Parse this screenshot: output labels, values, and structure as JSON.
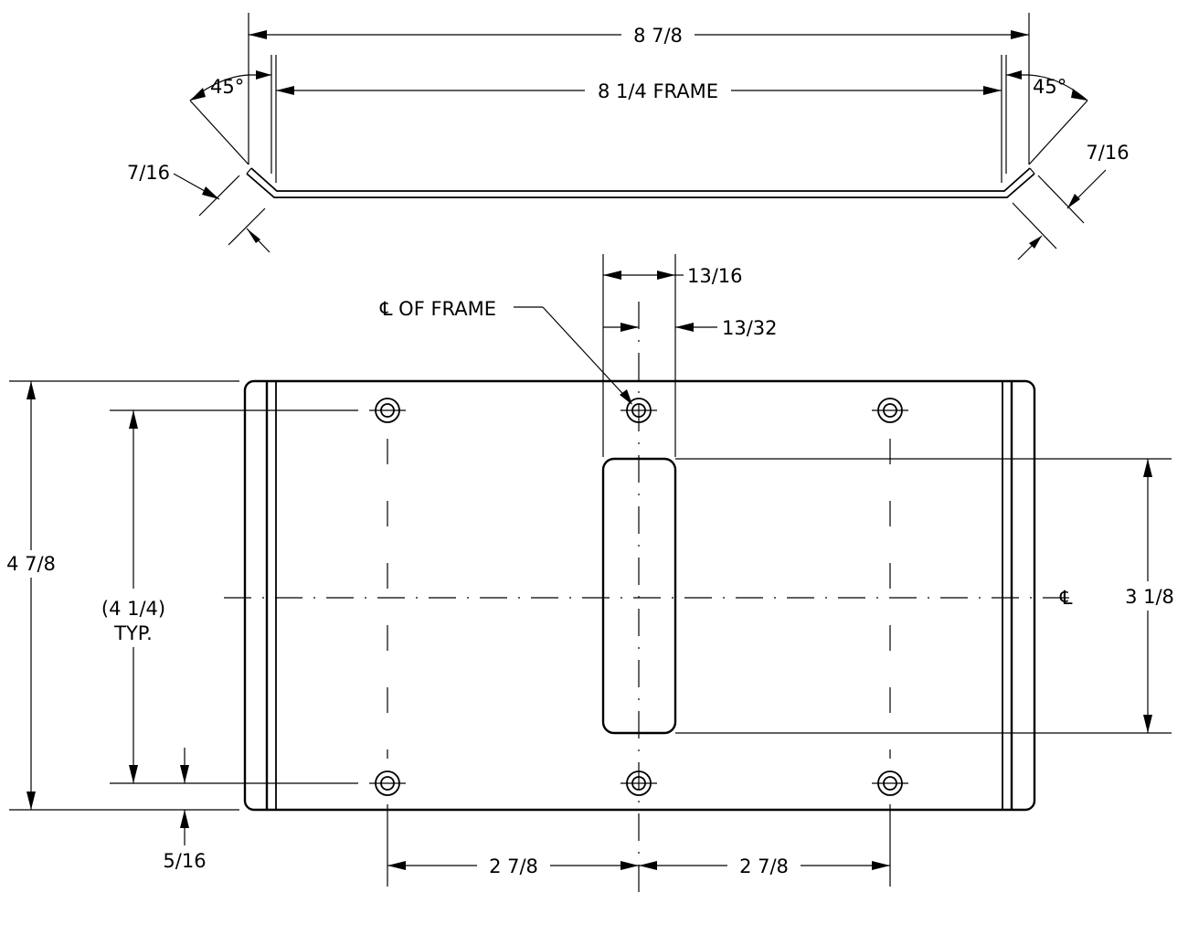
{
  "dimensions": {
    "overall_width": "8 7/8",
    "frame_width": "8 1/4 FRAME",
    "flange_angle_left": "45°",
    "flange_angle_right": "45°",
    "flange_left": "7/16",
    "flange_right": "7/16",
    "slot_width": "13/16",
    "slot_offset": "13/32",
    "frame_centerline": "℄ OF FRAME",
    "overall_height": "4 7/8",
    "hole_spacing_vertical": "(4 1/4)",
    "hole_spacing_vertical_note": "TYP.",
    "edge_offset": "5/16",
    "centerline_symbol": "℄",
    "slot_height": "3 1/8",
    "hole_spacing_left": "2 7/8",
    "hole_spacing_right": "2 7/8"
  }
}
